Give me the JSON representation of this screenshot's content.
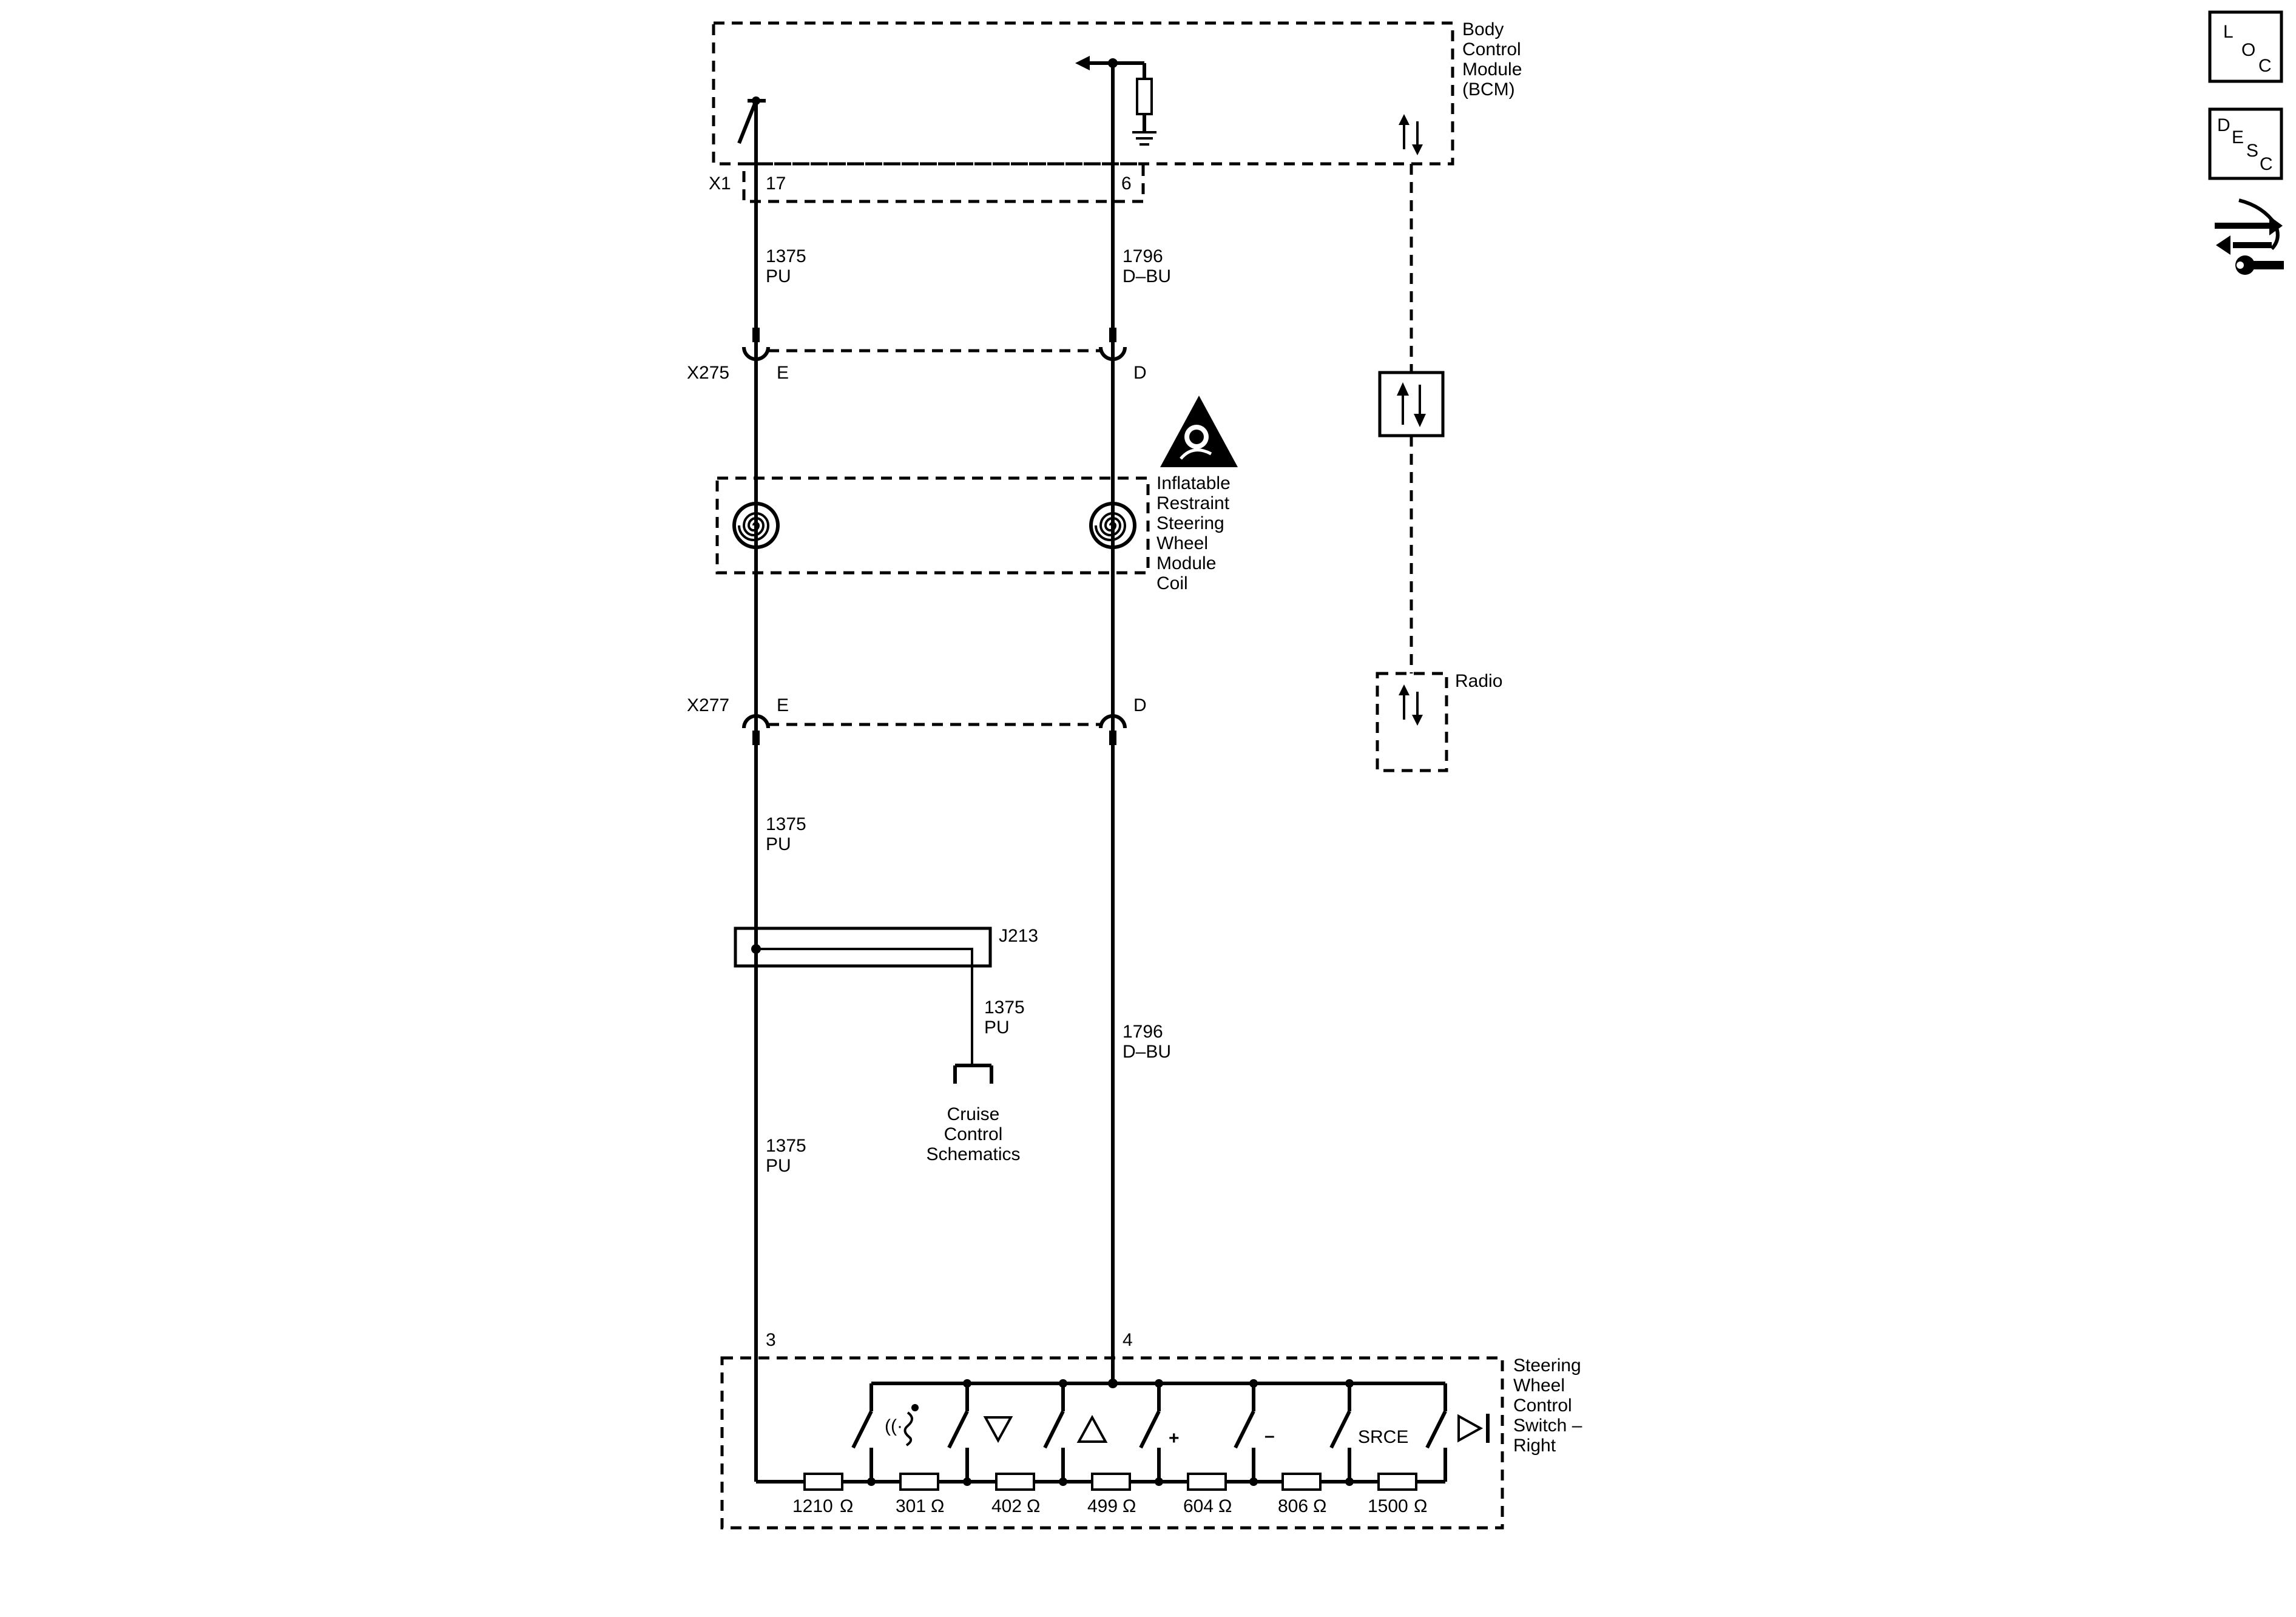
{
  "modules": {
    "bcm": [
      "Body",
      "Control",
      "Module",
      "(BCM)"
    ],
    "coil": [
      "Inflatable",
      "Restraint",
      "Steering",
      "Wheel",
      "Module",
      "Coil"
    ],
    "radio": "Radio",
    "switch": [
      "Steering",
      "Wheel",
      "Control",
      "Switch –",
      "Right"
    ]
  },
  "connectors": {
    "x1": "X1",
    "x1_pin_a": "17",
    "x1_pin_b": "6",
    "x275": "X275",
    "x275_pin_a": "E",
    "x275_pin_b": "D",
    "x277": "X277",
    "x277_pin_a": "E",
    "x277_pin_b": "D",
    "switch_pin_a": "3",
    "switch_pin_b": "4"
  },
  "wires": {
    "pu_circuit": "1375",
    "pu_color": "PU",
    "bu_circuit": "1796",
    "bu_color": "D–BU"
  },
  "splice": {
    "label": "J213",
    "target": [
      "Cruise",
      "Control",
      "Schematics"
    ]
  },
  "switches": {
    "plus": "+",
    "minus": "–",
    "source": "SRCE"
  },
  "resistors": [
    "1210",
    "301",
    "402",
    "499",
    "604",
    "806",
    "1500"
  ],
  "ohm": "Ω",
  "side_icons": {
    "loc": [
      "L",
      "O",
      "C"
    ],
    "desc": [
      "D",
      "E",
      "S",
      "C"
    ]
  }
}
